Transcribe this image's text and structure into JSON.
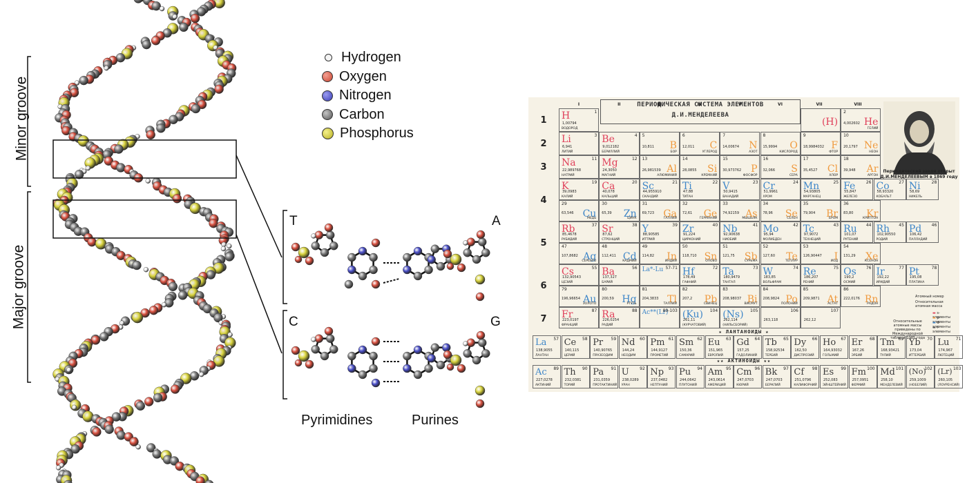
{
  "dna": {
    "minor_groove_label": "Minor groove",
    "major_groove_label": "Major groove",
    "legend": [
      {
        "label": "Hydrogen",
        "color": "#f4f4f4",
        "size": 9
      },
      {
        "label": "Oxygen",
        "color": "#d9503f",
        "size": 16
      },
      {
        "label": "Nitrogen",
        "color": "#4a4fc9",
        "size": 16
      },
      {
        "label": "Carbon",
        "color": "#737373",
        "size": 16
      },
      {
        "label": "Phosphorus",
        "color": "#d8d33c",
        "size": 16
      }
    ],
    "base_labels": {
      "T": "T",
      "A": "A",
      "C": "C",
      "G": "G"
    },
    "pyrimidines_label": "Pyrimidines",
    "purines_label": "Purines"
  },
  "periodic_table": {
    "title_line1": "ПЕРИОДИЧЕСКАЯ СИСТЕМА ЭЛЕМЕНТОВ",
    "title_line2": "Д.И.МЕНДЕЛЕЕВА",
    "group_headers": [
      "I",
      "II",
      "III",
      "IV",
      "V",
      "VI",
      "VII",
      "VIII"
    ],
    "periods": [
      "1",
      "2",
      "3",
      "4",
      "5",
      "6",
      "7"
    ],
    "portrait_caption": "Периодический закон открыт Д.И.МЕНДЕЛЕЕВЫМ в 1869 году",
    "lanthanides_label": "ЛАНТАНОИДЫ",
    "actinides_label": "АКТИНОИДЫ",
    "key": {
      "atomic_number": "Атомный номер",
      "relative_mass": "Относительная атомная масса",
      "footnote": "Относительные атомные массы приведены по Международной таблице 1985 года",
      "s_elements": "s-элементы",
      "p_elements": "p-элементы",
      "d_elements": "d-элементы",
      "f_elements": "f-элементы"
    },
    "colors": {
      "s": "#e0405a",
      "p": "#f09a3e",
      "d": "#3e86c8",
      "f": "#555555"
    },
    "elements": [
      {
        "s": "H",
        "z": "1",
        "m": "1,00794",
        "n": "ВОДОРОД",
        "b": "s"
      },
      {
        "s": "(H)",
        "z": "",
        "m": "",
        "n": "",
        "b": "s"
      },
      {
        "s": "He",
        "z": "2",
        "m": "4,002602",
        "n": "ГЕЛИЙ",
        "b": "s"
      },
      {
        "s": "Li",
        "z": "3",
        "m": "6,941",
        "n": "ЛИТИЙ",
        "b": "s"
      },
      {
        "s": "Be",
        "z": "4",
        "m": "9,012182",
        "n": "БЕРИЛЛИЙ",
        "b": "s"
      },
      {
        "s": "B",
        "z": "5",
        "m": "10,811",
        "n": "БОР",
        "b": "p"
      },
      {
        "s": "C",
        "z": "6",
        "m": "12,011",
        "n": "УГЛЕРОД",
        "b": "p"
      },
      {
        "s": "N",
        "z": "7",
        "m": "14,00674",
        "n": "АЗОТ",
        "b": "p"
      },
      {
        "s": "O",
        "z": "8",
        "m": "15,9994",
        "n": "КИСЛОРОД",
        "b": "p"
      },
      {
        "s": "F",
        "z": "9",
        "m": "18,9984032",
        "n": "ФТОР",
        "b": "p"
      },
      {
        "s": "Ne",
        "z": "10",
        "m": "20,1797",
        "n": "НЕОН",
        "b": "p"
      },
      {
        "s": "Na",
        "z": "11",
        "m": "22,989768",
        "n": "НАТРИЙ",
        "b": "s"
      },
      {
        "s": "Mg",
        "z": "12",
        "m": "24,3050",
        "n": "МАГНИЙ",
        "b": "s"
      },
      {
        "s": "Al",
        "z": "13",
        "m": "26,981539",
        "n": "АЛЮМИНИЙ",
        "b": "p"
      },
      {
        "s": "Si",
        "z": "14",
        "m": "28,0855",
        "n": "КРЕМНИЙ",
        "b": "p"
      },
      {
        "s": "P",
        "z": "15",
        "m": "30,973762",
        "n": "ФОСФОР",
        "b": "p"
      },
      {
        "s": "S",
        "z": "16",
        "m": "32,066",
        "n": "СЕРА",
        "b": "p"
      },
      {
        "s": "Cl",
        "z": "17",
        "m": "35,4527",
        "n": "ХЛОР",
        "b": "p"
      },
      {
        "s": "Ar",
        "z": "18",
        "m": "39,948",
        "n": "АРГОН",
        "b": "p"
      },
      {
        "s": "K",
        "z": "19",
        "m": "39,0983",
        "n": "КАЛИЙ",
        "b": "s"
      },
      {
        "s": "Ca",
        "z": "20",
        "m": "40,078",
        "n": "КАЛЬЦИЙ",
        "b": "s"
      },
      {
        "s": "Sc",
        "z": "21",
        "m": "44,955910",
        "n": "СКАНДИЙ",
        "b": "d"
      },
      {
        "s": "Ti",
        "z": "22",
        "m": "47,88",
        "n": "ТИТАН",
        "b": "d"
      },
      {
        "s": "V",
        "z": "23",
        "m": "50,9415",
        "n": "ВАНАДИЙ",
        "b": "d"
      },
      {
        "s": "Cr",
        "z": "24",
        "m": "51,9961",
        "n": "ХРОМ",
        "b": "d"
      },
      {
        "s": "Mn",
        "z": "25",
        "m": "54,93805",
        "n": "МАРГАНЕЦ",
        "b": "d"
      },
      {
        "s": "Fe",
        "z": "26",
        "m": "55,847",
        "n": "ЖЕЛЕЗО",
        "b": "d"
      },
      {
        "s": "Co",
        "z": "27",
        "m": "58,93320",
        "n": "КОБАЛЬТ",
        "b": "d"
      },
      {
        "s": "Ni",
        "z": "28",
        "m": "58,69",
        "n": "НИКЕЛЬ",
        "b": "d"
      },
      {
        "s": "Cu",
        "z": "29",
        "m": "63,546",
        "n": "МЕДЬ",
        "b": "d"
      },
      {
        "s": "Zn",
        "z": "30",
        "m": "65,39",
        "n": "ЦИНК",
        "b": "d"
      },
      {
        "s": "Ga",
        "z": "31",
        "m": "69,723",
        "n": "ГАЛЛИЙ",
        "b": "p"
      },
      {
        "s": "Ge",
        "z": "32",
        "m": "72,61",
        "n": "ГЕРМАНИЙ",
        "b": "p"
      },
      {
        "s": "As",
        "z": "33",
        "m": "74,92159",
        "n": "МЫШЬЯК",
        "b": "p"
      },
      {
        "s": "Se",
        "z": "34",
        "m": "78,96",
        "n": "СЕЛЕН",
        "b": "p"
      },
      {
        "s": "Br",
        "z": "35",
        "m": "79,904",
        "n": "БРОМ",
        "b": "p"
      },
      {
        "s": "Kr",
        "z": "36",
        "m": "83,80",
        "n": "КРИПТОН",
        "b": "p"
      },
      {
        "s": "Rb",
        "z": "37",
        "m": "85,4678",
        "n": "РУБИДИЙ",
        "b": "s"
      },
      {
        "s": "Sr",
        "z": "38",
        "m": "87,62",
        "n": "СТРОНЦИЙ",
        "b": "s"
      },
      {
        "s": "Y",
        "z": "39",
        "m": "88,90585",
        "n": "ИТТРИЙ",
        "b": "d"
      },
      {
        "s": "Zr",
        "z": "40",
        "m": "91,224",
        "n": "ЦИРКОНИЙ",
        "b": "d"
      },
      {
        "s": "Nb",
        "z": "41",
        "m": "92,90638",
        "n": "НИОБИЙ",
        "b": "d"
      },
      {
        "s": "Mo",
        "z": "42",
        "m": "95,94",
        "n": "МОЛИБДЕН",
        "b": "d"
      },
      {
        "s": "Tc",
        "z": "43",
        "m": "97,9072",
        "n": "ТЕХНЕЦИЙ",
        "b": "d"
      },
      {
        "s": "Ru",
        "z": "44",
        "m": "101,07",
        "n": "РУТЕНИЙ",
        "b": "d"
      },
      {
        "s": "Rh",
        "z": "45",
        "m": "102,90550",
        "n": "РОДИЙ",
        "b": "d"
      },
      {
        "s": "Pd",
        "z": "46",
        "m": "106,42",
        "n": "ПАЛЛАДИЙ",
        "b": "d"
      },
      {
        "s": "Ag",
        "z": "47",
        "m": "107,8682",
        "n": "СЕРЕБРО",
        "b": "d"
      },
      {
        "s": "Cd",
        "z": "48",
        "m": "112,411",
        "n": "КАДМИЙ",
        "b": "d"
      },
      {
        "s": "In",
        "z": "49",
        "m": "114,82",
        "n": "ИНДИЙ",
        "b": "p"
      },
      {
        "s": "Sn",
        "z": "50",
        "m": "118,710",
        "n": "ОЛОВО",
        "b": "p"
      },
      {
        "s": "Sb",
        "z": "51",
        "m": "121,75",
        "n": "СУРЬМА",
        "b": "p"
      },
      {
        "s": "Te",
        "z": "52",
        "m": "127,60",
        "n": "ТЕЛЛУР",
        "b": "p"
      },
      {
        "s": "I",
        "z": "53",
        "m": "126,90447",
        "n": "ИОД",
        "b": "p"
      },
      {
        "s": "Xe",
        "z": "54",
        "m": "131,29",
        "n": "КСЕНОН",
        "b": "p"
      },
      {
        "s": "Cs",
        "z": "55",
        "m": "132,90543",
        "n": "ЦЕЗИЙ",
        "b": "s"
      },
      {
        "s": "Ba",
        "z": "56",
        "m": "137,327",
        "n": "БАРИЙ",
        "b": "s"
      },
      {
        "s": "La*-Lu",
        "z": "57-71",
        "m": "",
        "n": "",
        "b": "d"
      },
      {
        "s": "Hf",
        "z": "72",
        "m": "178,49",
        "n": "ГАФНИЙ",
        "b": "d"
      },
      {
        "s": "Ta",
        "z": "73",
        "m": "180,9479",
        "n": "ТАНТАЛ",
        "b": "d"
      },
      {
        "s": "W",
        "z": "74",
        "m": "183,85",
        "n": "ВОЛЬФРАМ",
        "b": "d"
      },
      {
        "s": "Re",
        "z": "75",
        "m": "186,207",
        "n": "РЕНИЙ",
        "b": "d"
      },
      {
        "s": "Os",
        "z": "76",
        "m": "190,2",
        "n": "ОСМИЙ",
        "b": "d"
      },
      {
        "s": "Ir",
        "z": "77",
        "m": "192,22",
        "n": "ИРИДИЙ",
        "b": "d"
      },
      {
        "s": "Pt",
        "z": "78",
        "m": "195,08",
        "n": "ПЛАТИНА",
        "b": "d"
      },
      {
        "s": "Au",
        "z": "79",
        "m": "196,96654",
        "n": "ЗОЛОТО",
        "b": "d"
      },
      {
        "s": "Hg",
        "z": "80",
        "m": "200,59",
        "n": "РТУТЬ",
        "b": "d"
      },
      {
        "s": "Tl",
        "z": "81",
        "m": "204,3833",
        "n": "ТАЛЛИЙ",
        "b": "p"
      },
      {
        "s": "Pb",
        "z": "82",
        "m": "207,2",
        "n": "СВИНЕЦ",
        "b": "p"
      },
      {
        "s": "Bi",
        "z": "83",
        "m": "208,98037",
        "n": "ВИСМУТ",
        "b": "p"
      },
      {
        "s": "Po",
        "z": "84",
        "m": "208,9824",
        "n": "ПОЛОНИЙ",
        "b": "p"
      },
      {
        "s": "At",
        "z": "85",
        "m": "209,9871",
        "n": "АСТАТ",
        "b": "p"
      },
      {
        "s": "Rn",
        "z": "86",
        "m": "222,0176",
        "n": "РАДОН",
        "b": "p"
      },
      {
        "s": "Fr",
        "z": "87",
        "m": "223,0197",
        "n": "ФРАНЦИЙ",
        "b": "s"
      },
      {
        "s": "Ra",
        "z": "88",
        "m": "226,0254",
        "n": "РАДИЙ",
        "b": "s"
      },
      {
        "s": "Ac**(Lr)",
        "z": "89-103",
        "m": "",
        "n": "",
        "b": "d"
      },
      {
        "s": "(Ku)",
        "z": "104",
        "m": "261,11",
        "n": "(КУРЧАТОВИЙ)",
        "b": "d"
      },
      {
        "s": "(Ns)",
        "z": "105",
        "m": "262,114",
        "n": "(НИЛЬСБОРИЙ)",
        "b": "d"
      },
      {
        "s": "",
        "z": "106",
        "m": "263,118",
        "n": "",
        "b": "d"
      },
      {
        "s": "",
        "z": "107",
        "m": "262,12",
        "n": "",
        "b": "d"
      }
    ],
    "lanthanides": [
      {
        "s": "La",
        "z": "57",
        "m": "138,9055",
        "n": "ЛАНТАН"
      },
      {
        "s": "Ce",
        "z": "58",
        "m": "140,115",
        "n": "ЦЕРИЙ"
      },
      {
        "s": "Pr",
        "z": "59",
        "m": "140,90765",
        "n": "ПРАЗЕОДИМ"
      },
      {
        "s": "Nd",
        "z": "60",
        "m": "144,24",
        "n": "НЕОДИМ"
      },
      {
        "s": "Pm",
        "z": "61",
        "m": "144,9127",
        "n": "ПРОМЕТИЙ"
      },
      {
        "s": "Sm",
        "z": "62",
        "m": "150,36",
        "n": "САМАРИЙ"
      },
      {
        "s": "Eu",
        "z": "63",
        "m": "151,965",
        "n": "ЕВРОПИЙ"
      },
      {
        "s": "Gd",
        "z": "64",
        "m": "157,25",
        "n": "ГАДОЛИНИЙ"
      },
      {
        "s": "Tb",
        "z": "65",
        "m": "158,92534",
        "n": "ТЕРБИЙ"
      },
      {
        "s": "Dy",
        "z": "66",
        "m": "162,50",
        "n": "ДИСПРОЗИЙ"
      },
      {
        "s": "Ho",
        "z": "67",
        "m": "164,93032",
        "n": "ГОЛЬМИЙ"
      },
      {
        "s": "Er",
        "z": "68",
        "m": "167,26",
        "n": "ЭРБИЙ"
      },
      {
        "s": "Tm",
        "z": "69",
        "m": "168,93421",
        "n": "ТУЛИЙ"
      },
      {
        "s": "Yb",
        "z": "70",
        "m": "173,04",
        "n": "ИТТЕРБИЙ"
      },
      {
        "s": "Lu",
        "z": "71",
        "m": "174,967",
        "n": "ЛЮТЕЦИЙ"
      }
    ],
    "actinides": [
      {
        "s": "Ac",
        "z": "89",
        "m": "227,0278",
        "n": "АКТИНИЙ"
      },
      {
        "s": "Th",
        "z": "90",
        "m": "232,0381",
        "n": "ТОРИЙ"
      },
      {
        "s": "Pa",
        "z": "91",
        "m": "231,0359",
        "n": "ПРОТАКТИНИЙ"
      },
      {
        "s": "U",
        "z": "92",
        "m": "238,0289",
        "n": "УРАН"
      },
      {
        "s": "Np",
        "z": "93",
        "m": "237,0482",
        "n": "НЕПТУНИЙ"
      },
      {
        "s": "Pu",
        "z": "94",
        "m": "244,0642",
        "n": "ПЛУТОНИЙ"
      },
      {
        "s": "Am",
        "z": "95",
        "m": "243,0614",
        "n": "АМЕРИЦИЙ"
      },
      {
        "s": "Cm",
        "z": "96",
        "m": "247,0703",
        "n": "КЮРИЙ"
      },
      {
        "s": "Bk",
        "z": "97",
        "m": "247,0703",
        "n": "БЕРКЛИЙ"
      },
      {
        "s": "Cf",
        "z": "98",
        "m": "251,0796",
        "n": "КАЛИФОРНИЙ"
      },
      {
        "s": "Es",
        "z": "99",
        "m": "252,083",
        "n": "ЭЙНШТЕЙНИЙ"
      },
      {
        "s": "Fm",
        "z": "100",
        "m": "257,0951",
        "n": "ФЕРМИЙ"
      },
      {
        "s": "Md",
        "z": "101",
        "m": "258,10",
        "n": "МЕНДЕЛЕВИЙ"
      },
      {
        "s": "(No)",
        "z": "102",
        "m": "259,1009",
        "n": "(НОБЕЛИЙ)"
      },
      {
        "s": "(Lr)",
        "z": "103",
        "m": "260,105",
        "n": "(ЛОУРЕНСИЙ)"
      }
    ]
  }
}
